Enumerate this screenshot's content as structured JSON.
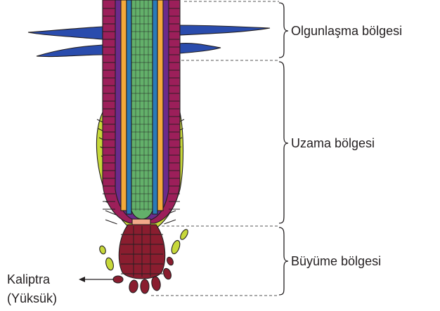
{
  "zones": [
    {
      "key": "maturation",
      "label": "Olgunlaşma bölgesi"
    },
    {
      "key": "elongation",
      "label": "Uzama bölgesi"
    },
    {
      "key": "growth",
      "label": "Büyüme bölgesi"
    }
  ],
  "root_cap": {
    "line1": "Kaliptra",
    "line2": "(Yüksük)"
  },
  "colors": {
    "epidermis_root_hair": "#2a4cad",
    "cortex": "#9c1f5a",
    "endodermis": "#6b2a8c",
    "pericycle": "#f4a93a",
    "xylem": "#2a7ab8",
    "vascular_core": "#63b06a",
    "cap_outer": "#c7d83a",
    "meristem": "#8a1d2f",
    "quiescent_center": "#f2a98a"
  }
}
